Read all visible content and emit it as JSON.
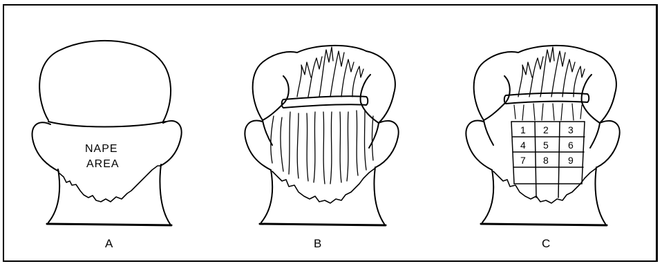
{
  "figure": {
    "panels": [
      {
        "caption": "A",
        "region_label_line1": "NAPE",
        "region_label_line2": "AREA"
      },
      {
        "caption": "B"
      },
      {
        "caption": "C",
        "grid_numbers": [
          "1",
          "2",
          "3",
          "4",
          "5",
          "6",
          "7",
          "8",
          "9"
        ]
      }
    ],
    "colors": {
      "ink": "#000000",
      "paper": "#ffffff"
    }
  }
}
